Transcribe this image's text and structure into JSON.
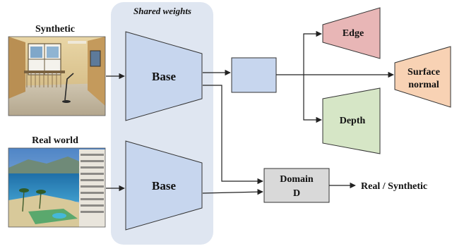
{
  "shared_panel": {
    "label": "Shared weights"
  },
  "inputs": {
    "synthetic": {
      "label": "Synthetic"
    },
    "real": {
      "label": "Real world"
    }
  },
  "encoders": {
    "top_label": "Base",
    "bottom_label": "Base"
  },
  "decoders": {
    "edge": "Edge",
    "depth": "Depth",
    "surface_line1": "Surface",
    "surface_line2": "normal"
  },
  "domain": {
    "line1": "Domain",
    "line2": "D",
    "output": "Real / Synthetic"
  },
  "colors": {
    "panel": "#dfe6f1",
    "encoder": "#c7d6ee",
    "edge": "#e8b6b6",
    "depth": "#d6e6c6",
    "surface": "#f8d2b4",
    "domain": "#d9d9d9",
    "stroke": "#333333"
  }
}
